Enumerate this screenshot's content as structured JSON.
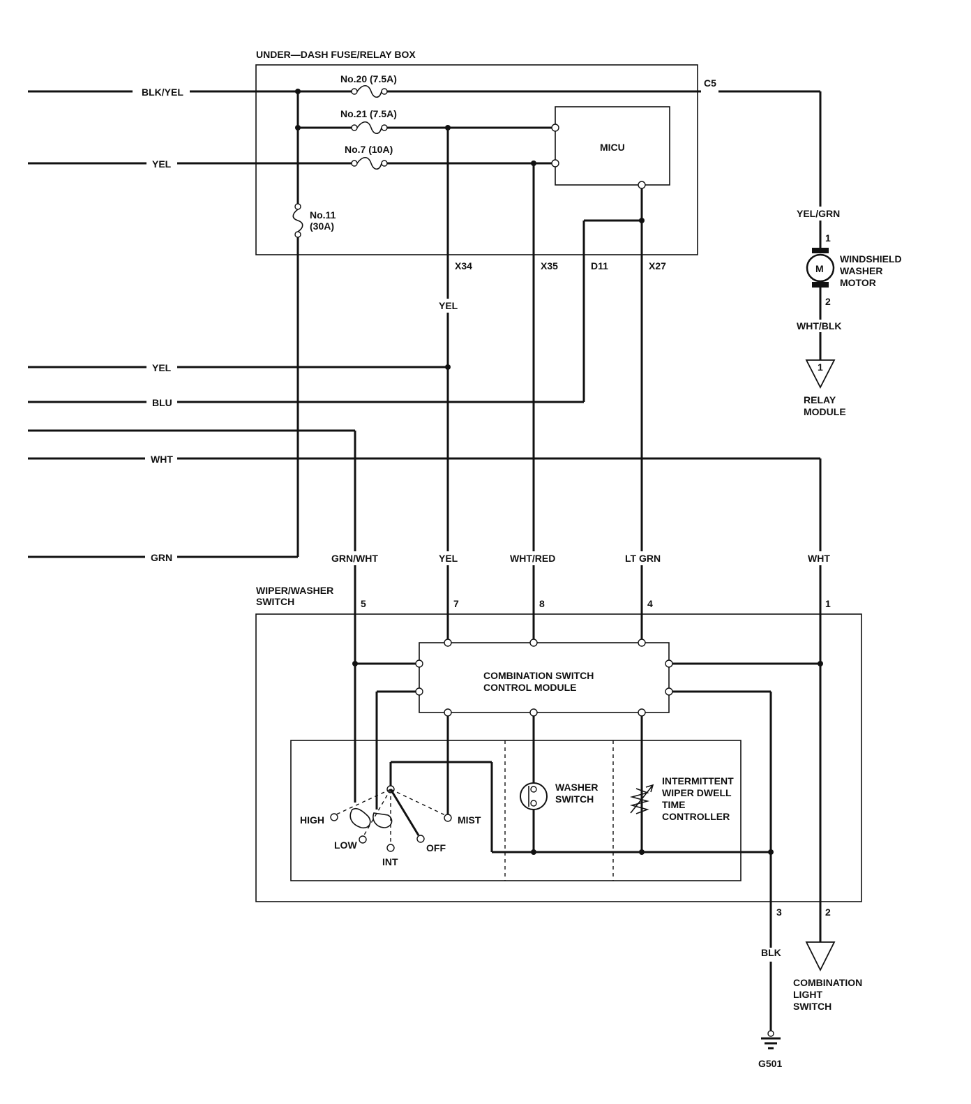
{
  "boxes": {
    "fuse_box": "UNDER—DASH FUSE/RELAY BOX",
    "micu": "MICU",
    "switch_title_1": "WIPER/WASHER",
    "switch_title_2": "SWITCH",
    "module_1": "COMBINATION SWITCH",
    "module_2": "CONTROL MODULE"
  },
  "fuses": {
    "f20": "No.20 (7.5A)",
    "f21": "No.21 (7.5A)",
    "f7": "No.7 (10A)",
    "f11_1": "No.11",
    "f11_2": "(30A)"
  },
  "connectors": {
    "c5": "C5",
    "x34": "X34",
    "x35": "X35",
    "d11": "D11",
    "x27": "X27"
  },
  "left_wires": {
    "blk_yel": "BLK/YEL",
    "yel_top": "YEL",
    "yel_mid": "YEL",
    "blu": "BLU",
    "wht": "WHT",
    "grn": "GRN"
  },
  "wire_labels": {
    "yel_vert": "YEL",
    "grn_wht": "GRN/WHT",
    "yel_bottom": "YEL",
    "wht_red": "WHT/RED",
    "lt_grn": "LT GRN",
    "wht_right": "WHT",
    "yel_grn": "YEL/GRN",
    "wht_blk": "WHT/BLK",
    "blk": "BLK"
  },
  "pins": {
    "p5": "5",
    "p7": "7",
    "p8": "8",
    "p4": "4",
    "p1": "1",
    "motor_1": "1",
    "motor_2": "2",
    "p3": "3",
    "p2": "2",
    "relay_tri": "1"
  },
  "motor": {
    "symbol": "M",
    "line1": "WINDSHIELD",
    "line2": "WASHER",
    "line3": "MOTOR"
  },
  "relay_module": {
    "line1": "RELAY",
    "line2": "MODULE"
  },
  "light_switch": {
    "line1": "COMBINATION",
    "line2": "LIGHT",
    "line3": "SWITCH"
  },
  "ground": "G501",
  "switch_positions": {
    "high": "HIGH",
    "low": "LOW",
    "int": "INT",
    "off": "OFF",
    "mist": "MIST"
  },
  "washer_switch": {
    "line1": "WASHER",
    "line2": "SWITCH"
  },
  "intermittent": {
    "line1": "INTERMITTENT",
    "line2": "WIPER DWELL",
    "line3": "TIME",
    "line4": "CONTROLLER"
  }
}
